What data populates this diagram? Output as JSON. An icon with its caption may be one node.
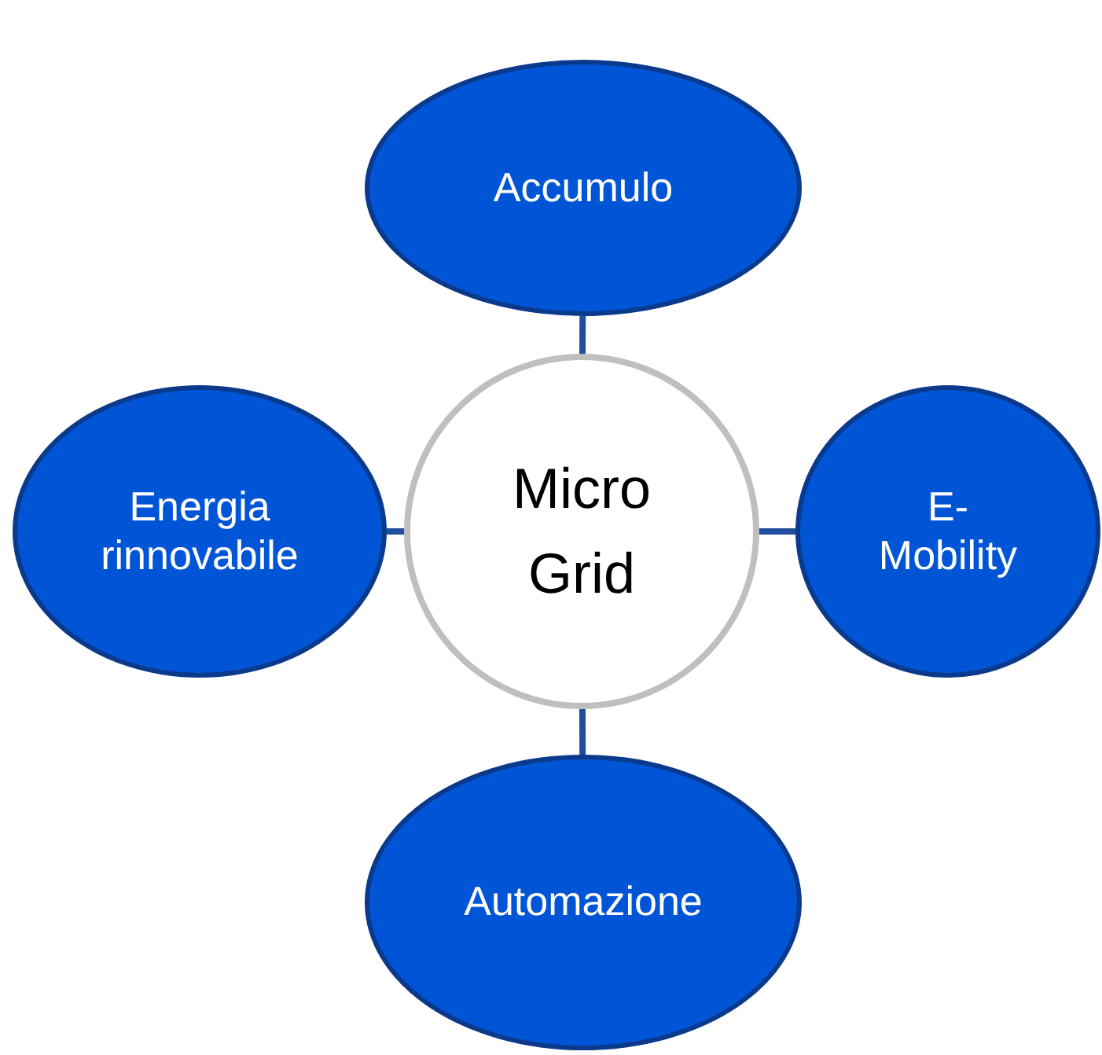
{
  "diagram": {
    "nodes": [
      {
        "text": [
          "Micro Grid"
        ]
      },
      {
        "text": [
          "Accumulo"
        ]
      },
      {
        "text": [
          "Energia rinnovabile"
        ]
      },
      {
        "text": [
          "E- Mobility"
        ]
      },
      {
        "text": [
          "Automazione"
        ]
      }
    ],
    "edges": [
      {
        "from": 0,
        "to": 1,
        "arrow": "none"
      },
      {
        "from": 0,
        "to": 2,
        "arrow": "none"
      },
      {
        "from": 0,
        "to": 3,
        "arrow": "none"
      },
      {
        "from": 0,
        "to": 4,
        "arrow": "none"
      }
    ]
  }
}
